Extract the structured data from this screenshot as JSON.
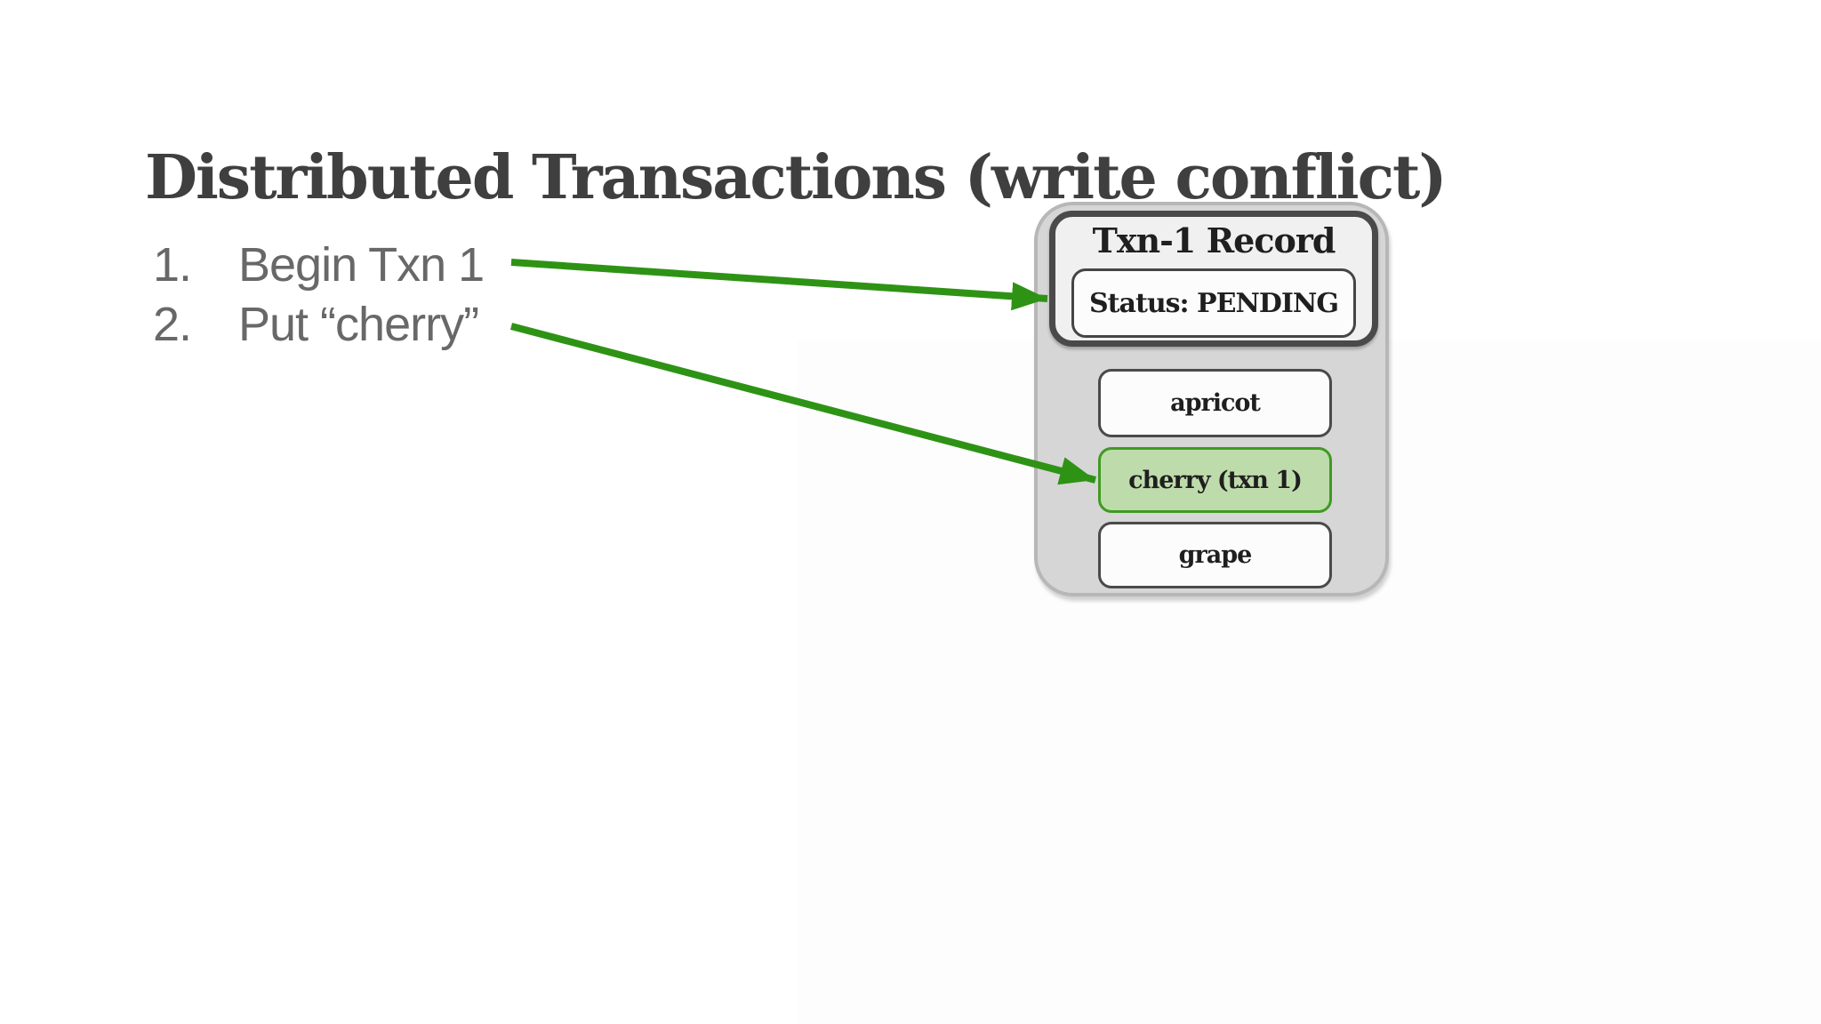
{
  "slide": {
    "title": "Distributed Transactions (write conflict)",
    "steps": [
      {
        "number": "1.",
        "text": "Begin Txn 1"
      },
      {
        "number": "2.",
        "text": "Put “cherry”"
      }
    ],
    "diagram": {
      "txn_record": {
        "title": "Txn-1 Record",
        "status": "Status: PENDING"
      },
      "keys": [
        {
          "label": "apricot",
          "highlighted": false
        },
        {
          "label": "cherry (txn 1)",
          "highlighted": true
        },
        {
          "label": "grape",
          "highlighted": false
        }
      ]
    },
    "colors": {
      "arrow_green": "#2e9315",
      "highlight_fill": "#bedcab",
      "highlight_border": "#3f9a22",
      "container_fill": "#d6d6d6",
      "title_color": "#3f3f3f",
      "list_color": "#686868"
    }
  }
}
